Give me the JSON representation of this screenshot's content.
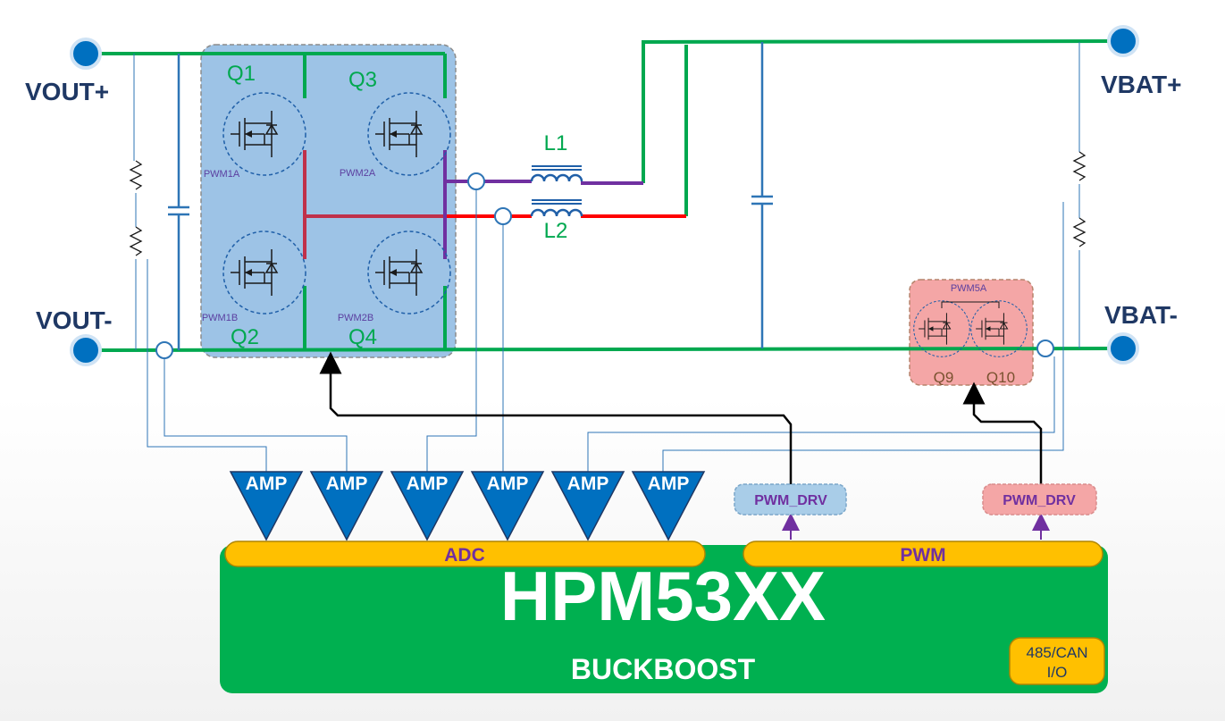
{
  "terminals": {
    "vout_pos": "VOUT+",
    "vout_neg": "VOUT-",
    "vbat_pos": "VBAT+",
    "vbat_neg": "VBAT-"
  },
  "switches": {
    "q1": "Q1",
    "q2": "Q2",
    "q3": "Q3",
    "q4": "Q4",
    "q9": "Q9",
    "q10": "Q10"
  },
  "pwm_signals": {
    "q1": "PWM1A",
    "q2": "PWM1B",
    "q3": "PWM2A",
    "q4": "PWM2B",
    "q9_q10": "PWM5A"
  },
  "inductors": {
    "l1": "L1",
    "l2": "L2"
  },
  "amplifiers": [
    "AMP",
    "AMP",
    "AMP",
    "AMP",
    "AMP",
    "AMP"
  ],
  "buses": {
    "adc": "ADC",
    "pwm": "PWM"
  },
  "drivers": {
    "left": "PWM_DRV",
    "right": "PWM_DRV"
  },
  "chip": {
    "name": "HPM53XX",
    "subtitle": "BUCKBOOST",
    "io_line1": "485/CAN",
    "io_line2": "I/O"
  },
  "colors": {
    "green_wire": "#00a84f",
    "blue_wire": "#2e75b6",
    "purple_wire": "#7030a0",
    "red_wire": "#ff0000",
    "chip_green": "#00b050",
    "bus_yellow": "#ffc000",
    "bridge_blue": "#9dc3e6",
    "protect_red": "#f4a6a6",
    "amp_blue": "#0070c0"
  }
}
